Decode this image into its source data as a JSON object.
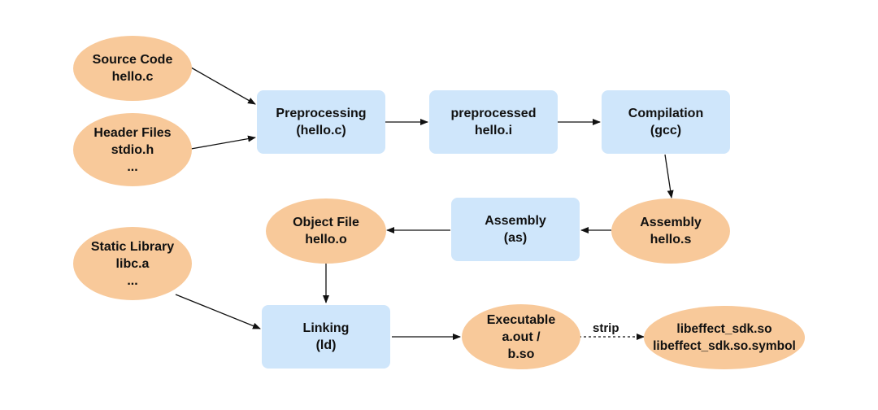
{
  "nodes": {
    "source_code": [
      "Source Code",
      "hello.c"
    ],
    "header_files": [
      "Header Files",
      "stdio.h",
      "..."
    ],
    "preprocessing": [
      "Preprocessing",
      "(hello.c)"
    ],
    "preprocessed": [
      "preprocessed",
      "hello.i"
    ],
    "compilation": [
      "Compilation",
      "(gcc)"
    ],
    "assembly_file": [
      "Assembly",
      "hello.s"
    ],
    "assembly_step": [
      "Assembly",
      "(as)"
    ],
    "object_file": [
      "Object File",
      "hello.o"
    ],
    "static_library": [
      "Static Library",
      "libc.a",
      "..."
    ],
    "linking": [
      "Linking",
      "(ld)"
    ],
    "executable": [
      "Executable",
      "a.out /",
      "b.so"
    ],
    "libeffect": [
      "libeffect_sdk.so",
      "libeffect_sdk.so.symbol"
    ]
  },
  "edge_labels": {
    "strip": "strip"
  },
  "colors": {
    "ellipse_fill": "#f8c99a",
    "box_fill": "#cfe6fb",
    "arrow": "#111111"
  }
}
